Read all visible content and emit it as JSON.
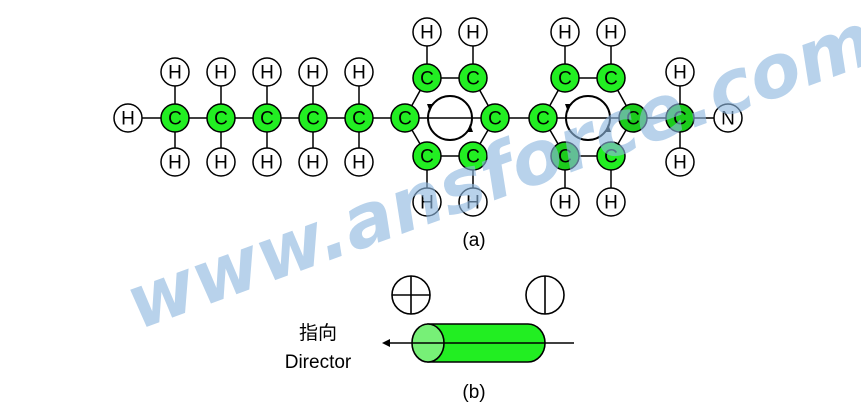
{
  "molecule": {
    "carbon_label": "C",
    "hydrogen_label": "H",
    "nitrogen_label": "N",
    "colors": {
      "carbon_fill": "#22ee22",
      "carbon_fill_dark": "#1ccc1c",
      "other_fill": "#ffffff",
      "stroke": "#000000"
    }
  },
  "director_panel": {
    "label_cn": "指向",
    "label_en": "Director",
    "cylinder_color": "#22ee22",
    "cap_color": "#77f077"
  },
  "captions": {
    "a": "(a)",
    "b": "(b)"
  },
  "watermark": {
    "text": "www.ansforce.com",
    "color": "#8db7df"
  }
}
